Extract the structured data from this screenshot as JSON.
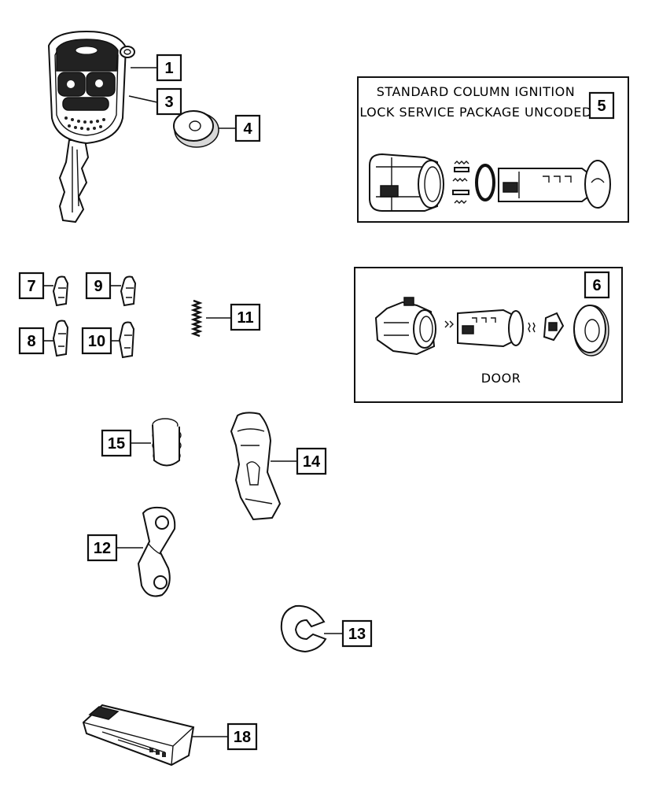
{
  "callouts": {
    "c1": "1",
    "c3": "3",
    "c4": "4",
    "c5": "5",
    "c6": "6",
    "c7": "7",
    "c8": "8",
    "c9": "9",
    "c10": "10",
    "c11": "11",
    "c12": "12",
    "c13": "13",
    "c14": "14",
    "c15": "15",
    "c18": "18"
  },
  "ignition_box": {
    "line1": "STANDARD COLUMN IGNITION",
    "line2": "LOCK SERVICE PACKAGE UNCODED"
  },
  "door_box": {
    "label": "DOOR"
  }
}
